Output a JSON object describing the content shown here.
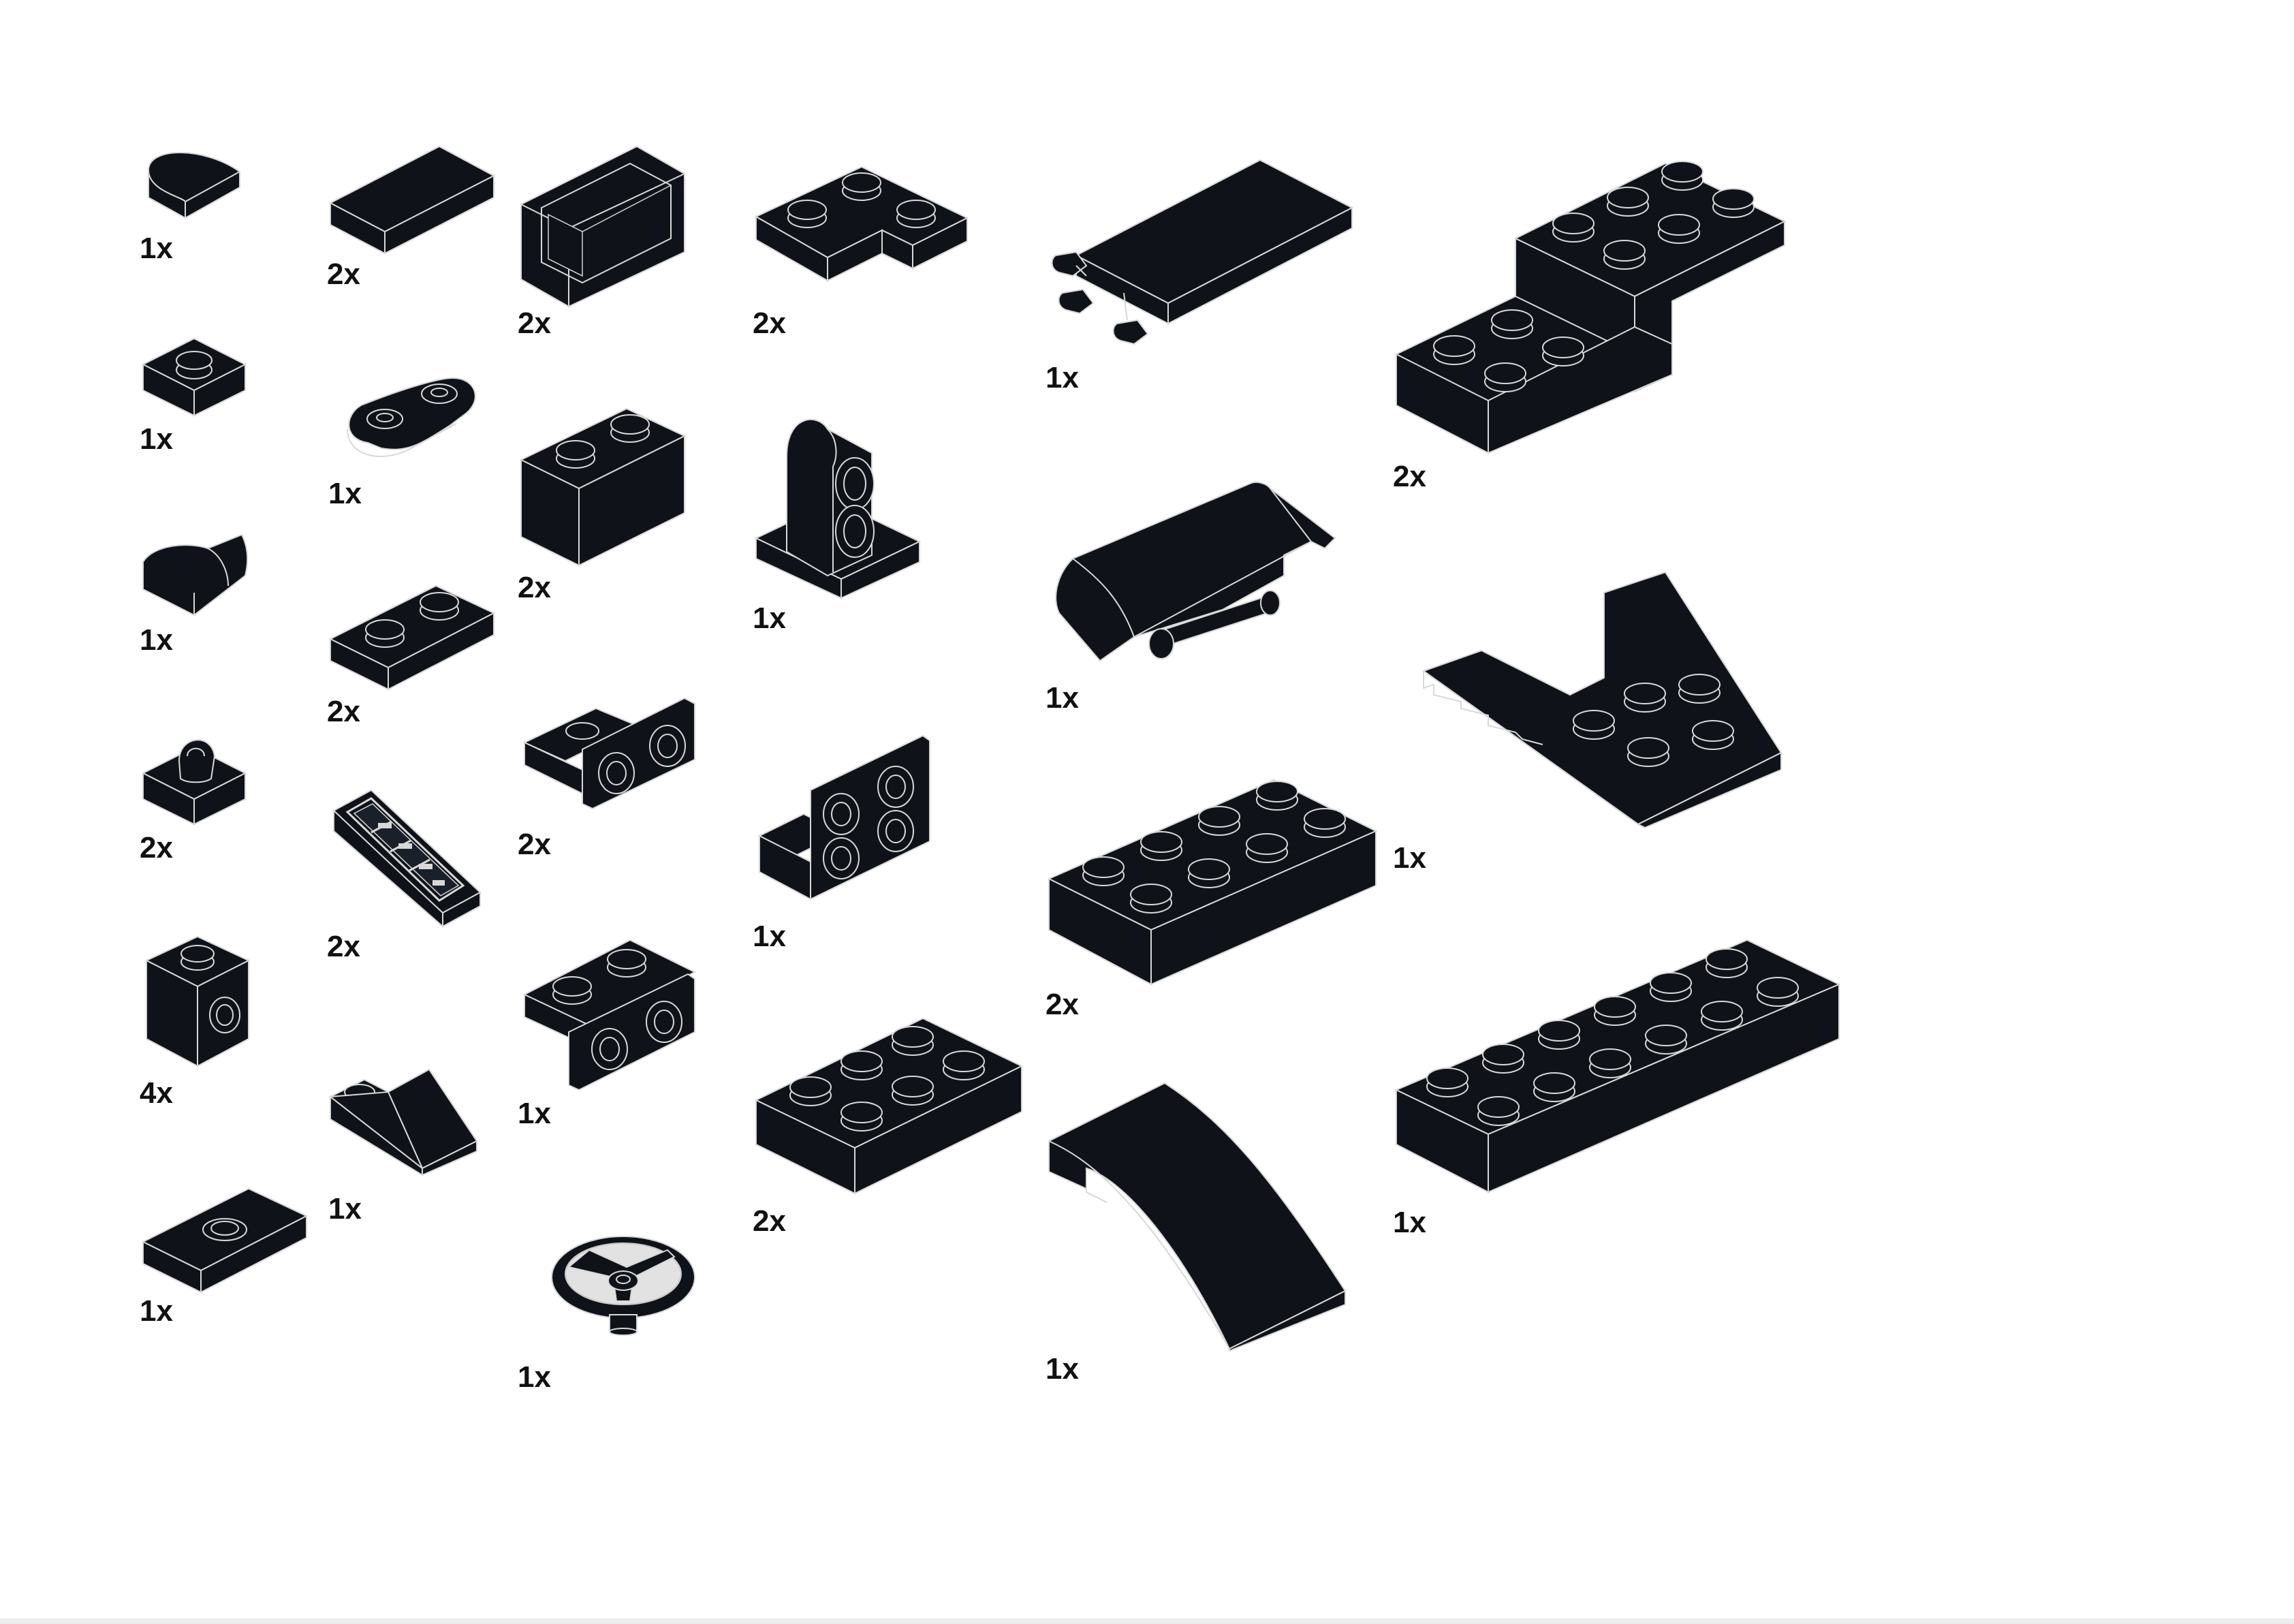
{
  "colors": {
    "brick": "#0f1319",
    "outline": "#d8d8d8",
    "background": "#ffffff",
    "label": "#111111"
  },
  "parts": [
    {
      "id": "p01",
      "qty": "1x",
      "icon": "round-tile-1x1-icon"
    },
    {
      "id": "p02",
      "qty": "1x",
      "icon": "plate-1x1-icon"
    },
    {
      "id": "p03",
      "qty": "1x",
      "icon": "curved-slope-1x1-icon"
    },
    {
      "id": "p04",
      "qty": "2x",
      "icon": "plate-1x1-clip-icon"
    },
    {
      "id": "p05",
      "qty": "4x",
      "icon": "brick-1x1-side-stud-icon"
    },
    {
      "id": "p06",
      "qty": "1x",
      "icon": "jumper-plate-1x2-icon"
    },
    {
      "id": "p07",
      "qty": "2x",
      "icon": "tile-1x2-icon"
    },
    {
      "id": "p08",
      "qty": "1x",
      "icon": "plate-1x2-rounded-icon"
    },
    {
      "id": "p09",
      "qty": "2x",
      "icon": "plate-1x2-icon"
    },
    {
      "id": "p10",
      "qty": "2x",
      "icon": "printed-slope-grille-icon"
    },
    {
      "id": "p11",
      "qty": "1x",
      "icon": "slope-1x2-icon"
    },
    {
      "id": "p12",
      "qty": "2x",
      "icon": "panel-1x2x1-icon"
    },
    {
      "id": "p13",
      "qty": "2x",
      "icon": "brick-1x2-icon"
    },
    {
      "id": "p14",
      "qty": "2x",
      "icon": "bracket-1x2-inverted-icon"
    },
    {
      "id": "p15",
      "qty": "1x",
      "icon": "bracket-1x2-icon"
    },
    {
      "id": "p16",
      "qty": "1x",
      "icon": "steering-wheel-icon"
    },
    {
      "id": "p17",
      "qty": "2x",
      "icon": "plate-2x2-corner-icon"
    },
    {
      "id": "p18",
      "qty": "1x",
      "icon": "technic-pin-holder-icon"
    },
    {
      "id": "p19",
      "qty": "1x",
      "icon": "bracket-1x2-2x2-icon"
    },
    {
      "id": "p20",
      "qty": "2x",
      "icon": "plate-2x4-icon"
    },
    {
      "id": "p21",
      "qty": "1x",
      "icon": "tile-2x4-clips-icon"
    },
    {
      "id": "p22",
      "qty": "1x",
      "icon": "windscreen-hinge-icon"
    },
    {
      "id": "p23",
      "qty": "2x",
      "icon": "plate-2x6-icon"
    },
    {
      "id": "p24",
      "qty": "1x",
      "icon": "curved-slope-2x4-icon"
    },
    {
      "id": "p25",
      "qty": "2x",
      "icon": "bracket-plate-raised-icon"
    },
    {
      "id": "p26",
      "qty": "1x",
      "icon": "wedge-plate-icon"
    },
    {
      "id": "p27",
      "qty": "1x",
      "icon": "plate-2x8-icon"
    }
  ]
}
